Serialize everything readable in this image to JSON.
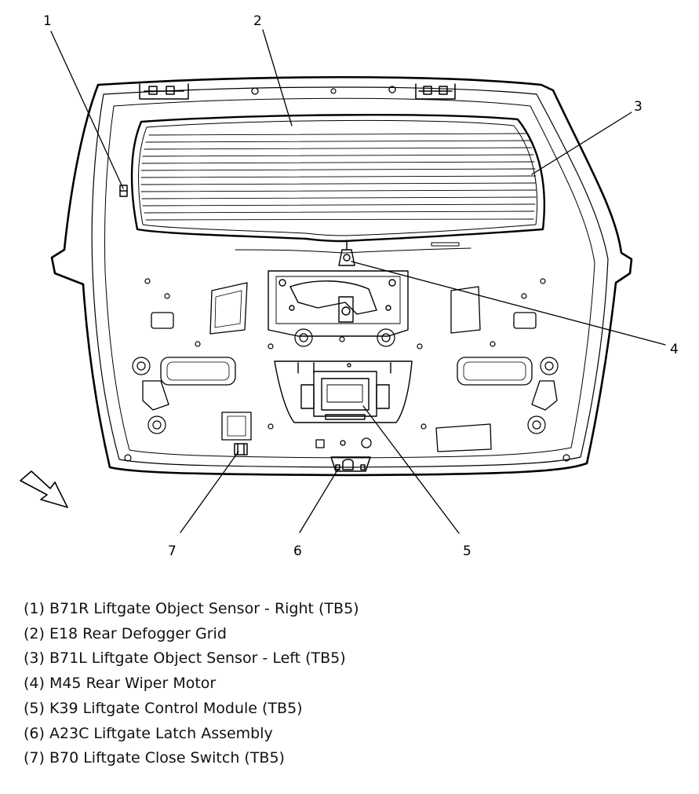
{
  "callouts": [
    "1",
    "2",
    "3",
    "4",
    "5",
    "6",
    "7"
  ],
  "legend": [
    "(1) B71R Liftgate Object Sensor - Right (TB5)",
    "(2) E18 Rear Defogger Grid",
    "(3) B71L Liftgate Object Sensor - Left (TB5)",
    "(4) M45 Rear Wiper Motor",
    "(5) K39 Liftgate Control Module (TB5)",
    "(6) A23C Liftgate Latch Assembly",
    "(7) B70 Liftgate Close Switch (TB5)"
  ],
  "icons": {
    "view_arrow": "view-direction-arrow-icon"
  },
  "colors": {
    "line": "#000000",
    "background": "#ffffff"
  }
}
